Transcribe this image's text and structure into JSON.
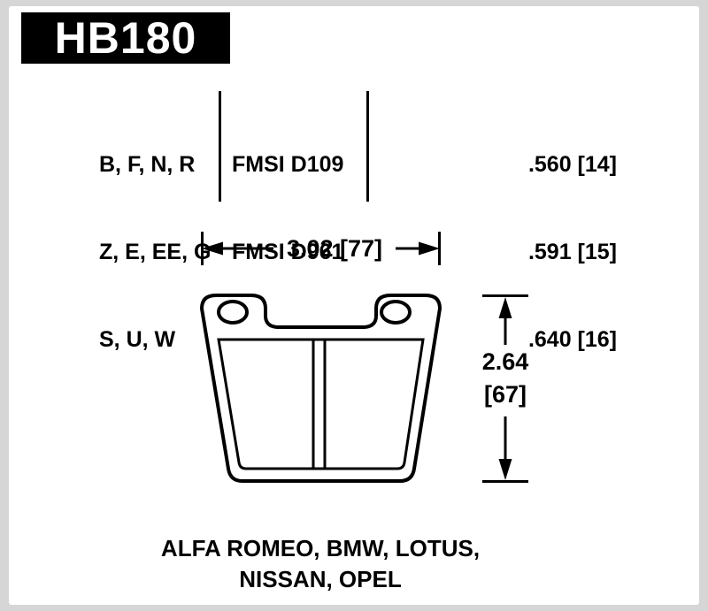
{
  "colors": {
    "ink": "#000000",
    "paper": "#ffffff",
    "frame": "#d6d6d6"
  },
  "part": {
    "number": "HB180"
  },
  "spec_table": {
    "rows": [
      {
        "compounds": "B, F, N, R",
        "fmsi": "FMSI D109",
        "thickness": ".560 [14]"
      },
      {
        "compounds": "Z, E, EE, G",
        "fmsi": "FMSI D961",
        "thickness": ".591 [15]"
      },
      {
        "compounds": "S, U, W",
        "fmsi": "",
        "thickness": ".640 [16]"
      }
    ]
  },
  "dimensions": {
    "width_label": "3.02 [77]",
    "height_value": "2.64",
    "height_bracket": "[67]"
  },
  "applications": {
    "line1": "ALFA ROMEO, BMW, LOTUS,",
    "line2": "NISSAN, OPEL"
  }
}
